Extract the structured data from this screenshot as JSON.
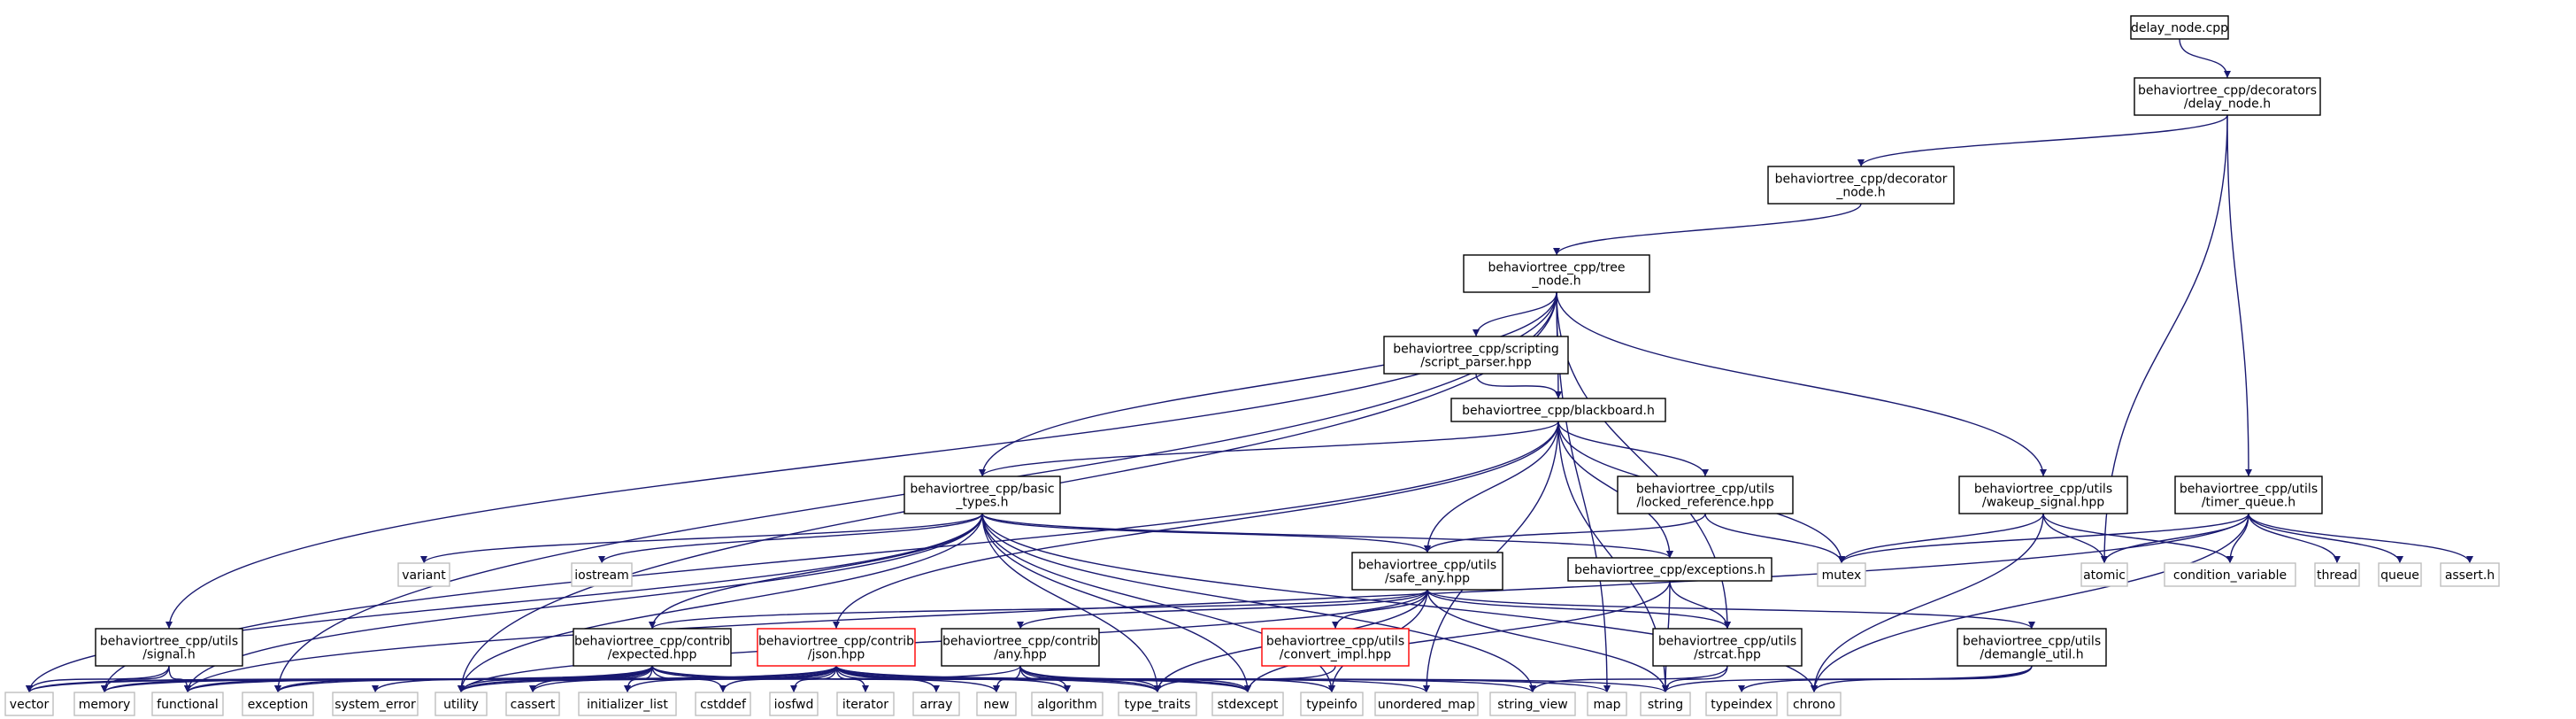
{
  "colors": {
    "edge": "#191970",
    "border_normal": "#000000",
    "border_leaf": "#bfbfbf",
    "border_broken": "#ff0000",
    "root_fill": "#bfbfbf",
    "text": "#000000"
  },
  "nodes": [
    {
      "id": "delay_node_cpp",
      "lines": [
        "delay_node.cpp"
      ],
      "style": "root"
    },
    {
      "id": "delay_node_h",
      "lines": [
        "behaviortree_cpp/decorators",
        "/delay_node.h"
      ],
      "style": "normal"
    },
    {
      "id": "decorator_node_h",
      "lines": [
        "behaviortree_cpp/decorator",
        "_node.h"
      ],
      "style": "normal"
    },
    {
      "id": "tree_node_h",
      "lines": [
        "behaviortree_cpp/tree",
        "_node.h"
      ],
      "style": "normal"
    },
    {
      "id": "script_parser_hpp",
      "lines": [
        "behaviortree_cpp/scripting",
        "/script_parser.hpp"
      ],
      "style": "normal"
    },
    {
      "id": "blackboard_h",
      "lines": [
        "behaviortree_cpp/blackboard.h"
      ],
      "style": "normal"
    },
    {
      "id": "basic_types_h",
      "lines": [
        "behaviortree_cpp/basic",
        "_types.h"
      ],
      "style": "normal"
    },
    {
      "id": "locked_reference_hpp",
      "lines": [
        "behaviortree_cpp/utils",
        "/locked_reference.hpp"
      ],
      "style": "normal"
    },
    {
      "id": "wakeup_signal_hpp",
      "lines": [
        "behaviortree_cpp/utils",
        "/wakeup_signal.hpp"
      ],
      "style": "normal"
    },
    {
      "id": "timer_queue_h",
      "lines": [
        "behaviortree_cpp/utils",
        "/timer_queue.h"
      ],
      "style": "normal"
    },
    {
      "id": "safe_any_hpp",
      "lines": [
        "behaviortree_cpp/utils",
        "/safe_any.hpp"
      ],
      "style": "normal"
    },
    {
      "id": "exceptions_h",
      "lines": [
        "behaviortree_cpp/exceptions.h"
      ],
      "style": "normal"
    },
    {
      "id": "signal_h",
      "lines": [
        "behaviortree_cpp/utils",
        "/signal.h"
      ],
      "style": "normal"
    },
    {
      "id": "expected_hpp",
      "lines": [
        "behaviortree_cpp/contrib",
        "/expected.hpp"
      ],
      "style": "normal"
    },
    {
      "id": "json_hpp",
      "lines": [
        "behaviortree_cpp/contrib",
        "/json.hpp"
      ],
      "style": "broken"
    },
    {
      "id": "any_hpp",
      "lines": [
        "behaviortree_cpp/contrib",
        "/any.hpp"
      ],
      "style": "normal"
    },
    {
      "id": "convert_impl_hpp",
      "lines": [
        "behaviortree_cpp/utils",
        "/convert_impl.hpp"
      ],
      "style": "broken"
    },
    {
      "id": "strcat_hpp",
      "lines": [
        "behaviortree_cpp/utils",
        "/strcat.hpp"
      ],
      "style": "normal"
    },
    {
      "id": "demangle_util_h",
      "lines": [
        "behaviortree_cpp/utils",
        "/demangle_util.h"
      ],
      "style": "normal"
    },
    {
      "id": "variant",
      "lines": [
        "variant"
      ],
      "style": "leaf"
    },
    {
      "id": "iostream",
      "lines": [
        "iostream"
      ],
      "style": "leaf"
    },
    {
      "id": "mutex",
      "lines": [
        "mutex"
      ],
      "style": "leaf"
    },
    {
      "id": "atomic",
      "lines": [
        "atomic"
      ],
      "style": "leaf"
    },
    {
      "id": "condition_variable",
      "lines": [
        "condition_variable"
      ],
      "style": "leaf"
    },
    {
      "id": "thread",
      "lines": [
        "thread"
      ],
      "style": "leaf"
    },
    {
      "id": "queue",
      "lines": [
        "queue"
      ],
      "style": "leaf"
    },
    {
      "id": "assert_h",
      "lines": [
        "assert.h"
      ],
      "style": "leaf"
    },
    {
      "id": "vector",
      "lines": [
        "vector"
      ],
      "style": "leaf"
    },
    {
      "id": "memory",
      "lines": [
        "memory"
      ],
      "style": "leaf"
    },
    {
      "id": "functional",
      "lines": [
        "functional"
      ],
      "style": "leaf"
    },
    {
      "id": "exception",
      "lines": [
        "exception"
      ],
      "style": "leaf"
    },
    {
      "id": "system_error",
      "lines": [
        "system_error"
      ],
      "style": "leaf"
    },
    {
      "id": "utility",
      "lines": [
        "utility"
      ],
      "style": "leaf"
    },
    {
      "id": "cassert",
      "lines": [
        "cassert"
      ],
      "style": "leaf"
    },
    {
      "id": "initializer_list",
      "lines": [
        "initializer_list"
      ],
      "style": "leaf"
    },
    {
      "id": "cstddef",
      "lines": [
        "cstddef"
      ],
      "style": "leaf"
    },
    {
      "id": "iosfwd",
      "lines": [
        "iosfwd"
      ],
      "style": "leaf"
    },
    {
      "id": "iterator",
      "lines": [
        "iterator"
      ],
      "style": "leaf"
    },
    {
      "id": "array",
      "lines": [
        "array"
      ],
      "style": "leaf"
    },
    {
      "id": "new",
      "lines": [
        "new"
      ],
      "style": "leaf"
    },
    {
      "id": "algorithm",
      "lines": [
        "algorithm"
      ],
      "style": "leaf"
    },
    {
      "id": "type_traits",
      "lines": [
        "type_traits"
      ],
      "style": "leaf"
    },
    {
      "id": "stdexcept",
      "lines": [
        "stdexcept"
      ],
      "style": "leaf"
    },
    {
      "id": "typeinfo",
      "lines": [
        "typeinfo"
      ],
      "style": "leaf"
    },
    {
      "id": "unordered_map",
      "lines": [
        "unordered_map"
      ],
      "style": "leaf"
    },
    {
      "id": "string_view",
      "lines": [
        "string_view"
      ],
      "style": "leaf"
    },
    {
      "id": "map",
      "lines": [
        "map"
      ],
      "style": "leaf"
    },
    {
      "id": "string",
      "lines": [
        "string"
      ],
      "style": "leaf"
    },
    {
      "id": "typeindex",
      "lines": [
        "typeindex"
      ],
      "style": "leaf"
    },
    {
      "id": "chrono",
      "lines": [
        "chrono"
      ],
      "style": "leaf"
    }
  ],
  "edges": [
    [
      "delay_node_cpp",
      "delay_node_h"
    ],
    [
      "delay_node_h",
      "decorator_node_h"
    ],
    [
      "delay_node_h",
      "timer_queue_h"
    ],
    [
      "delay_node_h",
      "atomic"
    ],
    [
      "decorator_node_h",
      "tree_node_h"
    ],
    [
      "tree_node_h",
      "script_parser_hpp"
    ],
    [
      "tree_node_h",
      "blackboard_h"
    ],
    [
      "tree_node_h",
      "basic_types_h"
    ],
    [
      "tree_node_h",
      "signal_h"
    ],
    [
      "tree_node_h",
      "wakeup_signal_hpp"
    ],
    [
      "tree_node_h",
      "strcat_hpp"
    ],
    [
      "tree_node_h",
      "exception"
    ],
    [
      "tree_node_h",
      "utility"
    ],
    [
      "tree_node_h",
      "map"
    ],
    [
      "script_parser_hpp",
      "blackboard_h"
    ],
    [
      "blackboard_h",
      "basic_types_h"
    ],
    [
      "blackboard_h",
      "safe_any_hpp"
    ],
    [
      "blackboard_h",
      "locked_reference_hpp"
    ],
    [
      "blackboard_h",
      "exceptions_h"
    ],
    [
      "blackboard_h",
      "json_hpp"
    ],
    [
      "blackboard_h",
      "memory"
    ],
    [
      "blackboard_h",
      "mutex"
    ],
    [
      "blackboard_h",
      "unordered_map"
    ],
    [
      "blackboard_h",
      "string"
    ],
    [
      "basic_types_h",
      "safe_any_hpp"
    ],
    [
      "basic_types_h",
      "exceptions_h"
    ],
    [
      "basic_types_h",
      "expected_hpp"
    ],
    [
      "basic_types_h",
      "variant"
    ],
    [
      "basic_types_h",
      "iostream"
    ],
    [
      "basic_types_h",
      "vector"
    ],
    [
      "basic_types_h",
      "functional"
    ],
    [
      "basic_types_h",
      "utility"
    ],
    [
      "basic_types_h",
      "chrono"
    ],
    [
      "basic_types_h",
      "type_traits"
    ],
    [
      "basic_types_h",
      "typeinfo"
    ],
    [
      "basic_types_h",
      "string_view"
    ],
    [
      "basic_types_h",
      "stdexcept"
    ],
    [
      "locked_reference_hpp",
      "safe_any_hpp"
    ],
    [
      "locked_reference_hpp",
      "mutex"
    ],
    [
      "wakeup_signal_hpp",
      "mutex"
    ],
    [
      "wakeup_signal_hpp",
      "atomic"
    ],
    [
      "wakeup_signal_hpp",
      "condition_variable"
    ],
    [
      "wakeup_signal_hpp",
      "chrono"
    ],
    [
      "timer_queue_h",
      "mutex"
    ],
    [
      "timer_queue_h",
      "atomic"
    ],
    [
      "timer_queue_h",
      "condition_variable"
    ],
    [
      "timer_queue_h",
      "thread"
    ],
    [
      "timer_queue_h",
      "queue"
    ],
    [
      "timer_queue_h",
      "assert_h"
    ],
    [
      "timer_queue_h",
      "chrono"
    ],
    [
      "timer_queue_h",
      "functional"
    ],
    [
      "safe_any_hpp",
      "expected_hpp"
    ],
    [
      "safe_any_hpp",
      "any_hpp"
    ],
    [
      "safe_any_hpp",
      "convert_impl_hpp"
    ],
    [
      "safe_any_hpp",
      "strcat_hpp"
    ],
    [
      "safe_any_hpp",
      "demangle_util_h"
    ],
    [
      "safe_any_hpp",
      "string"
    ],
    [
      "safe_any_hpp",
      "typeinfo"
    ],
    [
      "safe_any_hpp",
      "type_traits"
    ],
    [
      "safe_any_hpp",
      "utility"
    ],
    [
      "exceptions_h",
      "strcat_hpp"
    ],
    [
      "exceptions_h",
      "string"
    ],
    [
      "exceptions_h",
      "stdexcept"
    ],
    [
      "signal_h",
      "vector"
    ],
    [
      "signal_h",
      "memory"
    ],
    [
      "signal_h",
      "functional"
    ],
    [
      "expected_hpp",
      "vector"
    ],
    [
      "expected_hpp",
      "memory"
    ],
    [
      "expected_hpp",
      "functional"
    ],
    [
      "expected_hpp",
      "exception"
    ],
    [
      "expected_hpp",
      "system_error"
    ],
    [
      "expected_hpp",
      "utility"
    ],
    [
      "expected_hpp",
      "cassert"
    ],
    [
      "expected_hpp",
      "initializer_list"
    ],
    [
      "expected_hpp",
      "cstddef"
    ],
    [
      "expected_hpp",
      "new"
    ],
    [
      "expected_hpp",
      "type_traits"
    ],
    [
      "expected_hpp",
      "stdexcept"
    ],
    [
      "json_hpp",
      "vector"
    ],
    [
      "json_hpp",
      "memory"
    ],
    [
      "json_hpp",
      "functional"
    ],
    [
      "json_hpp",
      "exception"
    ],
    [
      "json_hpp",
      "utility"
    ],
    [
      "json_hpp",
      "cassert"
    ],
    [
      "json_hpp",
      "initializer_list"
    ],
    [
      "json_hpp",
      "cstddef"
    ],
    [
      "json_hpp",
      "iosfwd"
    ],
    [
      "json_hpp",
      "iterator"
    ],
    [
      "json_hpp",
      "array"
    ],
    [
      "json_hpp",
      "algorithm"
    ],
    [
      "json_hpp",
      "type_traits"
    ],
    [
      "json_hpp",
      "stdexcept"
    ],
    [
      "json_hpp",
      "string"
    ],
    [
      "json_hpp",
      "map"
    ],
    [
      "json_hpp",
      "string_view"
    ],
    [
      "json_hpp",
      "unordered_map"
    ],
    [
      "any_hpp",
      "new"
    ],
    [
      "any_hpp",
      "algorithm"
    ],
    [
      "any_hpp",
      "type_traits"
    ],
    [
      "any_hpp",
      "typeinfo"
    ],
    [
      "any_hpp",
      "stdexcept"
    ],
    [
      "any_hpp",
      "utility"
    ],
    [
      "convert_impl_hpp",
      "type_traits"
    ],
    [
      "strcat_hpp",
      "string"
    ],
    [
      "strcat_hpp",
      "string_view"
    ],
    [
      "demangle_util_h",
      "string"
    ],
    [
      "demangle_util_h",
      "typeindex"
    ],
    [
      "demangle_util_h",
      "chrono"
    ]
  ]
}
